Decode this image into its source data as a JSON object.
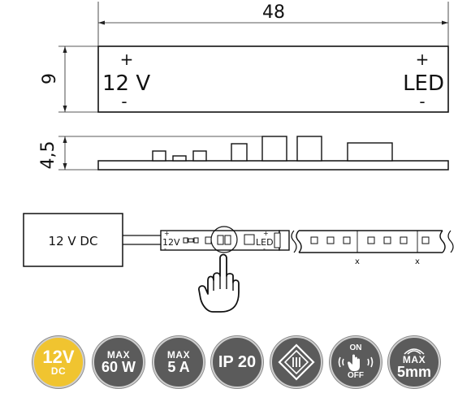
{
  "dimensions": {
    "width": "48",
    "height": "9",
    "thickness": "4,5"
  },
  "top_view": {
    "plus_left": "+",
    "input_label": "12 V",
    "minus_left": "-",
    "plus_right": "+",
    "output_label": "LED",
    "minus_right": "-"
  },
  "wiring": {
    "supply_label": "12 V DC",
    "controller_input": "12V",
    "controller_output": "LED",
    "strip_cut_mark": "x"
  },
  "badges": [
    {
      "line1": "12V",
      "line2": "DC",
      "color": "#f0c430",
      "icon": "voltage-badge"
    },
    {
      "line1": "MAX",
      "line2": "60 W",
      "color": "#5b5b5b",
      "icon": "max-power-badge"
    },
    {
      "line1": "MAX",
      "line2": "5 A",
      "color": "#5b5b5b",
      "icon": "max-current-badge"
    },
    {
      "line1": "IP 20",
      "color": "#5b5b5b",
      "icon": "ip-rating-badge"
    },
    {
      "icon": "class-iii-icon",
      "color": "#5b5b5b"
    },
    {
      "line1": "ON",
      "line2": "OFF",
      "color": "#5b5b5b",
      "icon": "touch-switch-icon"
    },
    {
      "line1": "MAX",
      "line2": "5mm",
      "color": "#5b5b5b",
      "icon": "max-distance-badge"
    }
  ]
}
